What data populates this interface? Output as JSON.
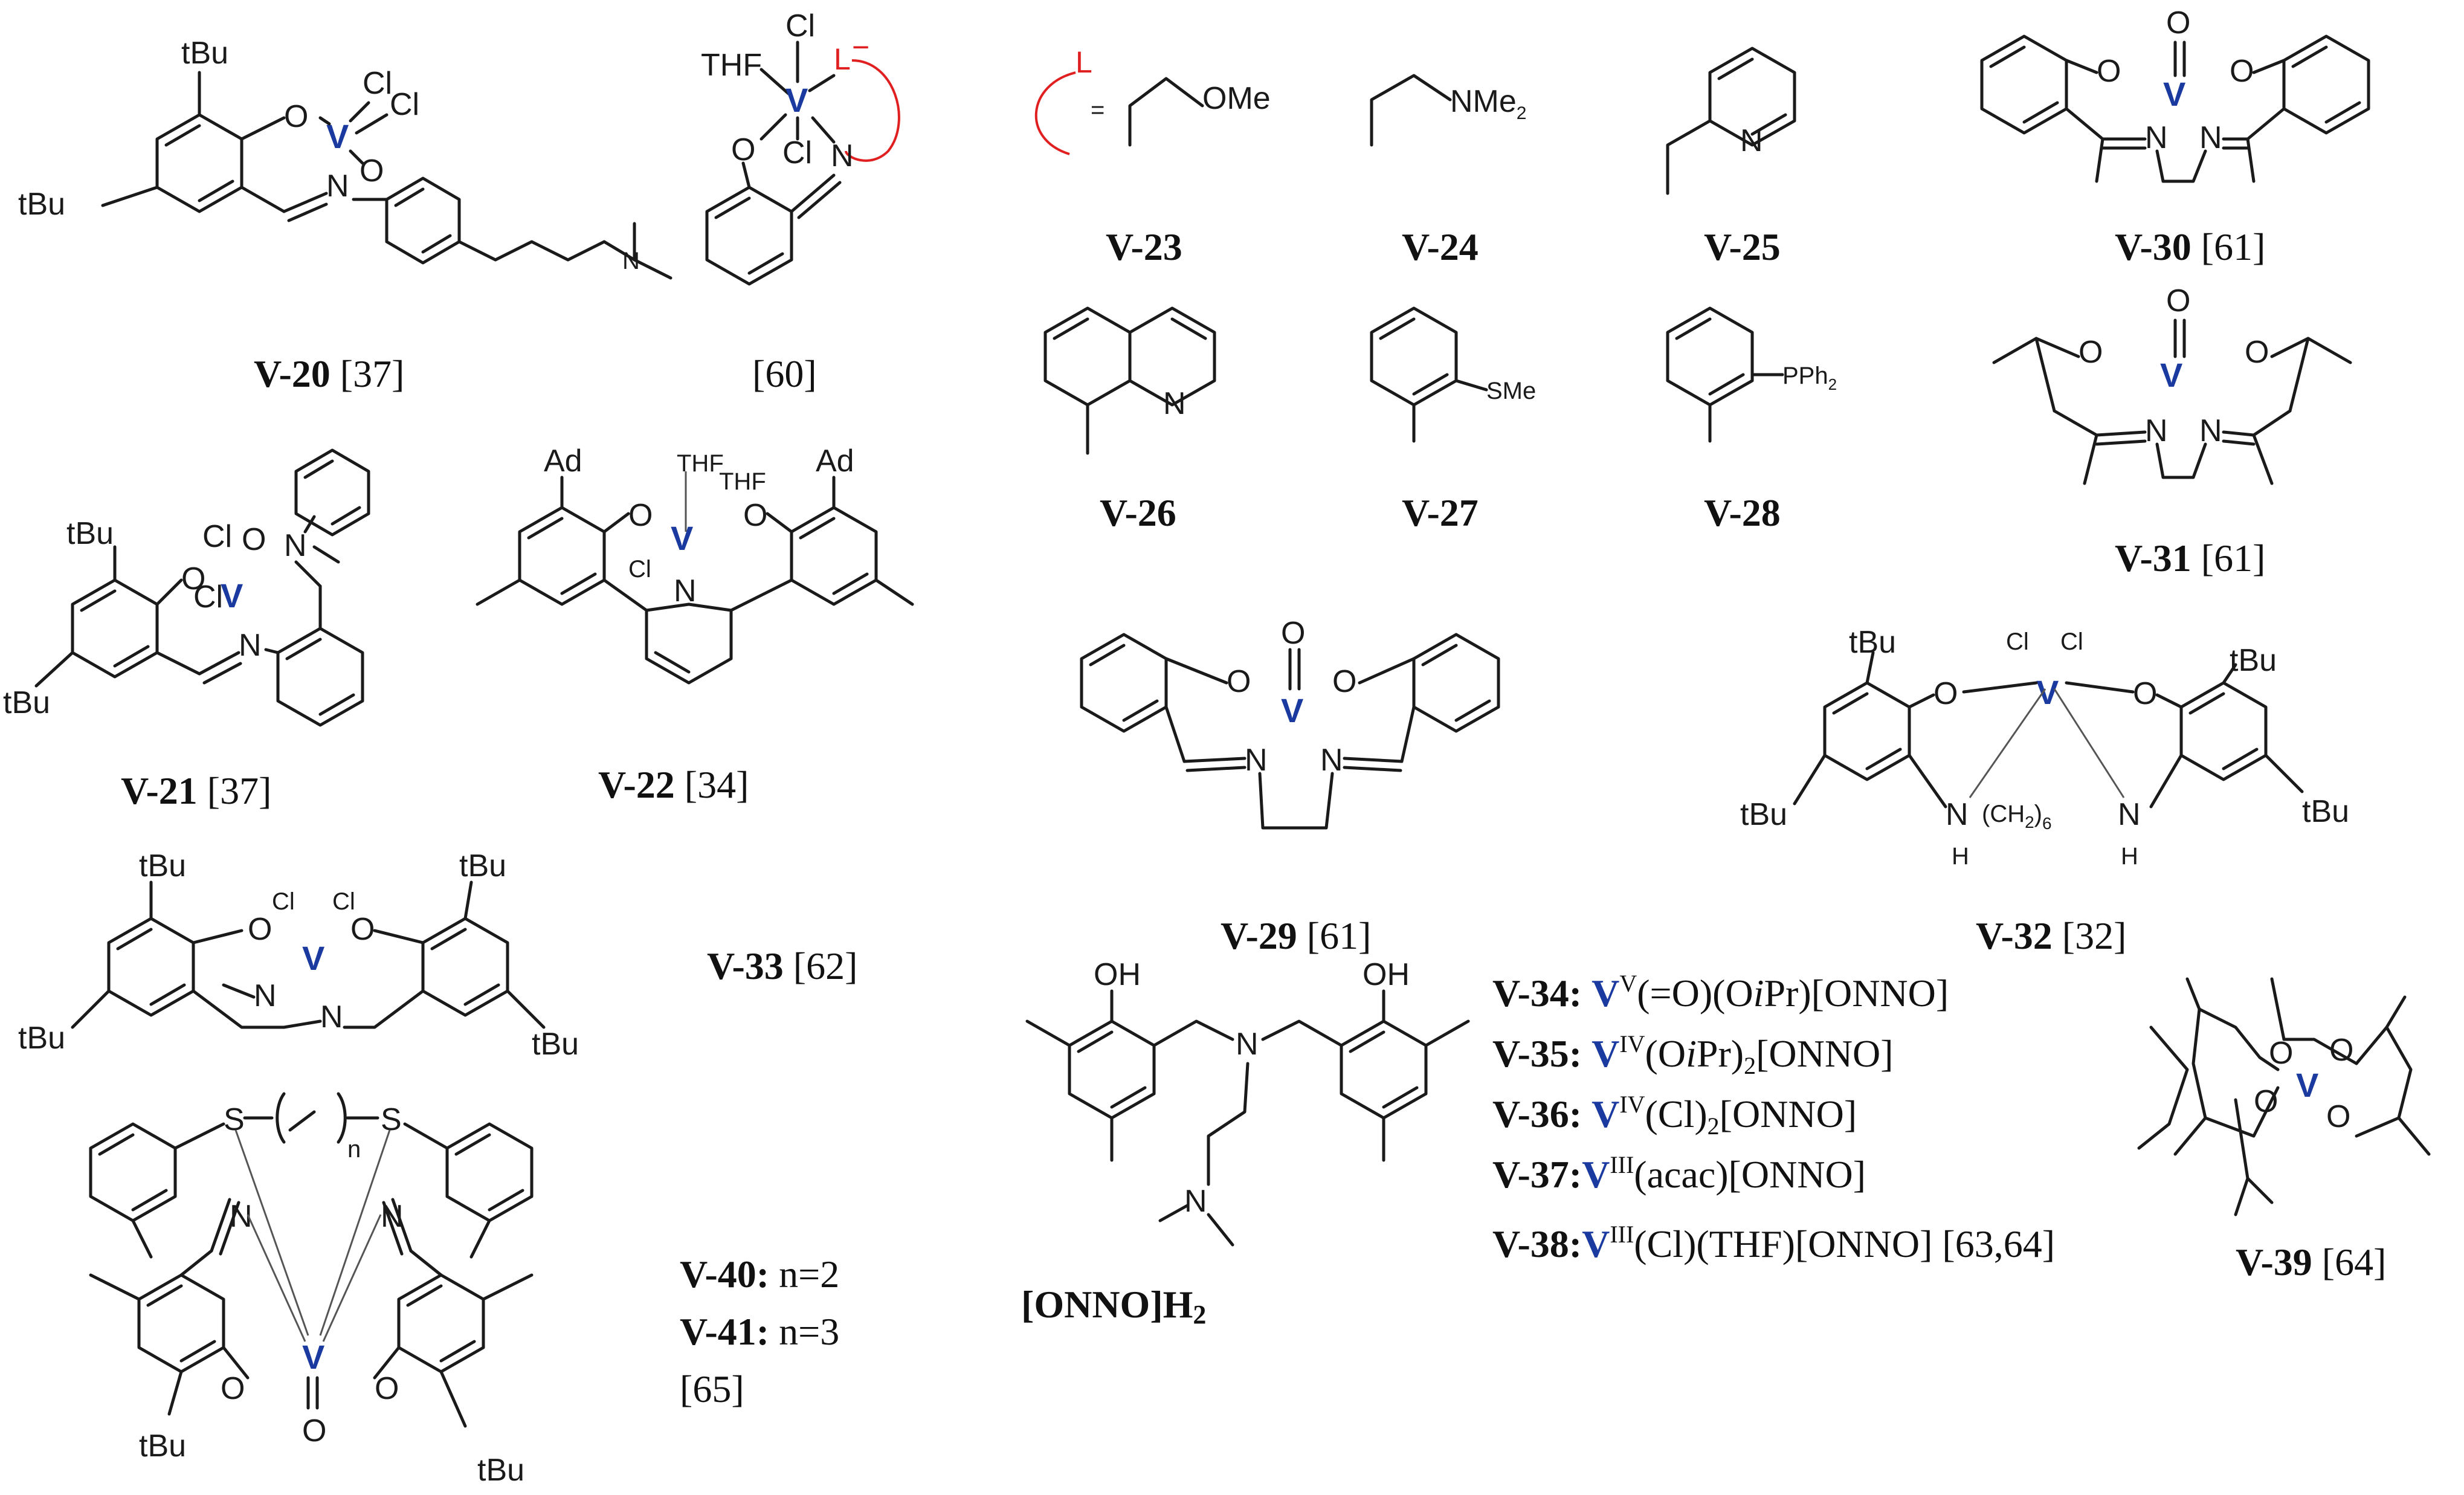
{
  "colors": {
    "vanadium": "#1a3aa0",
    "ligand_marker": "#e02020",
    "bond": "#1a1a1a"
  },
  "atoms": {
    "V": "V",
    "O": "O",
    "N": "N",
    "S": "S",
    "H": "H",
    "Cl": "Cl",
    "L": "L",
    "tBu": "tBu",
    "Ad": "Ad",
    "THF": "THF",
    "OH": "OH",
    "n": "n",
    "OMe": "OMe",
    "NMe2": "NMe",
    "NMe2_sub": "2",
    "SMe": "SMe",
    "PPh2": "PPh",
    "PPh2_sub": "2",
    "CH2_6": "(CH",
    "CH2_6_sub": "2",
    "CH2_6_close": ")",
    "CH2_6_n": "6",
    "eq": "=",
    "Lminus": "L"
  },
  "labels": {
    "v20": {
      "id": "V-20",
      "ref": "[37]"
    },
    "v_l_generic": {
      "ref": "[60]"
    },
    "v21": {
      "id": "V-21",
      "ref": "[37]"
    },
    "v22": {
      "id": "V-22",
      "ref": "[34]"
    },
    "v23": {
      "id": "V-23"
    },
    "v24": {
      "id": "V-24"
    },
    "v25": {
      "id": "V-25"
    },
    "v26": {
      "id": "V-26"
    },
    "v27": {
      "id": "V-27"
    },
    "v28": {
      "id": "V-28"
    },
    "v29": {
      "id": "V-29",
      "ref": "[61]"
    },
    "v30": {
      "id": "V-30",
      "ref": "[61]"
    },
    "v31": {
      "id": "V-31",
      "ref": "[61]"
    },
    "v32": {
      "id": "V-32",
      "ref": "[32]"
    },
    "v33": {
      "id": "V-33",
      "ref": "[62]"
    },
    "v39": {
      "id": "V-39",
      "ref": "[64]"
    },
    "v40": {
      "id": "V-40:",
      "text": "n=2"
    },
    "v41": {
      "id": "V-41:",
      "text": "n=3"
    },
    "v4041_ref": "[65]",
    "onno_ligand": "[ONNO]H",
    "onno_ligand_sub": "2"
  },
  "onno_list": [
    {
      "id": "V-34:",
      "metal": "V",
      "ox": "V",
      "rest_a": "(=O)(O",
      "ital": "i",
      "rest_b": "Pr)[ONNO]"
    },
    {
      "id": "V-35:",
      "metal": "V",
      "ox": "IV",
      "rest_a": "(O",
      "ital": "i",
      "rest_b": "Pr)",
      "sub": "2",
      "rest_c": "[ONNO]"
    },
    {
      "id": "V-36:",
      "metal": "V",
      "ox": "IV",
      "rest_a": "(Cl)",
      "sub": "2",
      "rest_c": "[ONNO]"
    },
    {
      "id": "V-37:",
      "metal": "V",
      "ox": "III",
      "rest_a": "(acac)[ONNO]"
    },
    {
      "id": "V-38:",
      "metal": "V",
      "ox": "III",
      "rest_a": "(Cl)(THF)[ONNO] [63,64]"
    }
  ]
}
